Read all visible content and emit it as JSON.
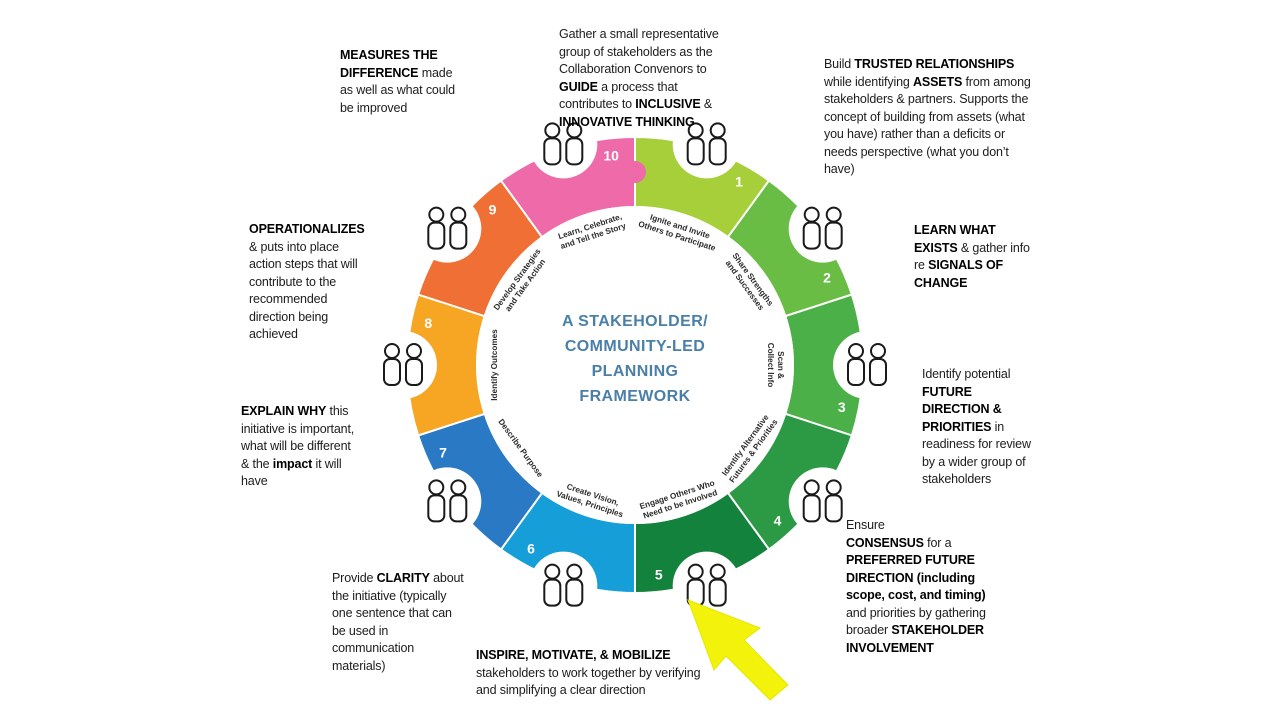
{
  "center_title": [
    "A STAKEHOLDER/",
    "COMMUNITY-LED",
    "PLANNING",
    "FRAMEWORK"
  ],
  "segments": [
    {
      "num": "1",
      "color": "#a6cf39",
      "label": [
        "Ignite and Invite",
        "Others to Participate"
      ]
    },
    {
      "num": "2",
      "color": "#69bd45",
      "label": [
        "Share Strengths",
        "and Successes"
      ]
    },
    {
      "num": "3",
      "color": "#4cb049",
      "label": [
        "Scan &",
        "Collect Info"
      ]
    },
    {
      "num": "4",
      "color": "#2c9a44",
      "label": [
        "Identify Alternative",
        "Futures & Priorities"
      ]
    },
    {
      "num": "5",
      "color": "#12823c",
      "label": [
        "Engage Others Who",
        "Need to be Involved"
      ]
    },
    {
      "num": "6",
      "color": "#169ed8",
      "label": [
        "Create Vision,",
        "Values, Principles"
      ]
    },
    {
      "num": "7",
      "color": "#2a79c4",
      "label": [
        "Describe Purpose"
      ]
    },
    {
      "num": "8",
      "color": "#f6a623",
      "label": [
        "Identify Outcomes"
      ]
    },
    {
      "num": "9",
      "color": "#ef6f34",
      "label": [
        "Develop Strategies",
        "and Take Action"
      ]
    },
    {
      "num": "10",
      "color": "#ee6aa8",
      "label": [
        "Learn, Celebrate,",
        "and Tell the Story"
      ]
    }
  ],
  "annotations": {
    "top_left": {
      "b1": "MEASURES THE",
      "b2": "DIFFERENCE",
      "t2": " made",
      "t3": "as well as what could",
      "t4": "be improved"
    },
    "top_center": {
      "t1": "Gather a small representative",
      "t2": "group of stakeholders as the",
      "t3": "Collaboration Convenors to",
      "b4": "GUIDE",
      "t4": " a process that",
      "t5": "contributes to ",
      "b5": "INCLUSIVE",
      "t5b": " &",
      "b6": "INNOVATIVE THINKING"
    },
    "top_right": {
      "t1": "Build ",
      "b1": "TRUSTED RELATIONSHIPS",
      "t2": "while identifying ",
      "b2": "ASSETS",
      "t2b": " from among",
      "t3": "stakeholders & partners. Supports the",
      "t4": "concept of building from assets (what",
      "t5": "you have) rather than a deficits or",
      "t6": "needs perspective (what you don’t",
      "t7": "have)"
    },
    "right_2": {
      "b1": "LEARN WHAT",
      "b2": "EXISTS",
      "t2": " & gather info",
      "t3": "re ",
      "b3": "SIGNALS OF",
      "b4": "CHANGE"
    },
    "right_3": {
      "t1": "Identify potential",
      "b2": "FUTURE",
      "b3": "DIRECTION &",
      "b4": "PRIORITIES",
      "t4": " in",
      "t5": "readiness for review",
      "t6": "by a wider group of",
      "t7": "stakeholders"
    },
    "right_4": {
      "t1": "Ensure",
      "b2": "CONSENSUS",
      "t2": " for a",
      "b3": "PREFERRED FUTURE",
      "b4": "DIRECTION (including",
      "b5": "scope, cost, and timing)",
      "t6": "and priorities by gathering",
      "t7": "broader ",
      "b7": "STAKEHOLDER",
      "b8": "INVOLVEMENT"
    },
    "left_9": {
      "b1": "OPERATIONALIZES",
      "t2": "& puts into place",
      "t3": "action steps that will",
      "t4": "contribute to the",
      "t5": "recommended",
      "t6": "direction being",
      "t7": "achieved"
    },
    "left_8": {
      "b1": "EXPLAIN WHY",
      "t1": " this",
      "t2": "initiative is important,",
      "t3": "what will be different",
      "t4": "& the ",
      "b4": "impact",
      "t4b": " it will",
      "t5": "have"
    },
    "left_7": {
      "t1": "Provide ",
      "b1": "CLARITY",
      "t1b": " about",
      "t2": "the initiative (typically",
      "t3": "one sentence that can",
      "t4": "be used in",
      "t5": "communication",
      "t6": "materials)"
    },
    "bottom": {
      "b1": "INSPIRE, MOTIVATE, & MOBILIZE",
      "t2": "stakeholders to work together by verifying",
      "t3": "and simplifying a clear direction"
    }
  },
  "colors": {
    "arrow": "#f2f20a",
    "title": "#4a7fa8",
    "icon_fill": "#ffffff",
    "icon_stroke": "#1a1a1a"
  },
  "icons": [
    "torch-icon",
    "weights-icon",
    "magnifier-icon",
    "easel-icon",
    "megaphone-icon",
    "checkmark-cloud-icon",
    "telephone-icon",
    "question-chart-icon",
    "arrow-push-icon",
    "open-book-icon",
    "pointer-arrow-icon"
  ]
}
